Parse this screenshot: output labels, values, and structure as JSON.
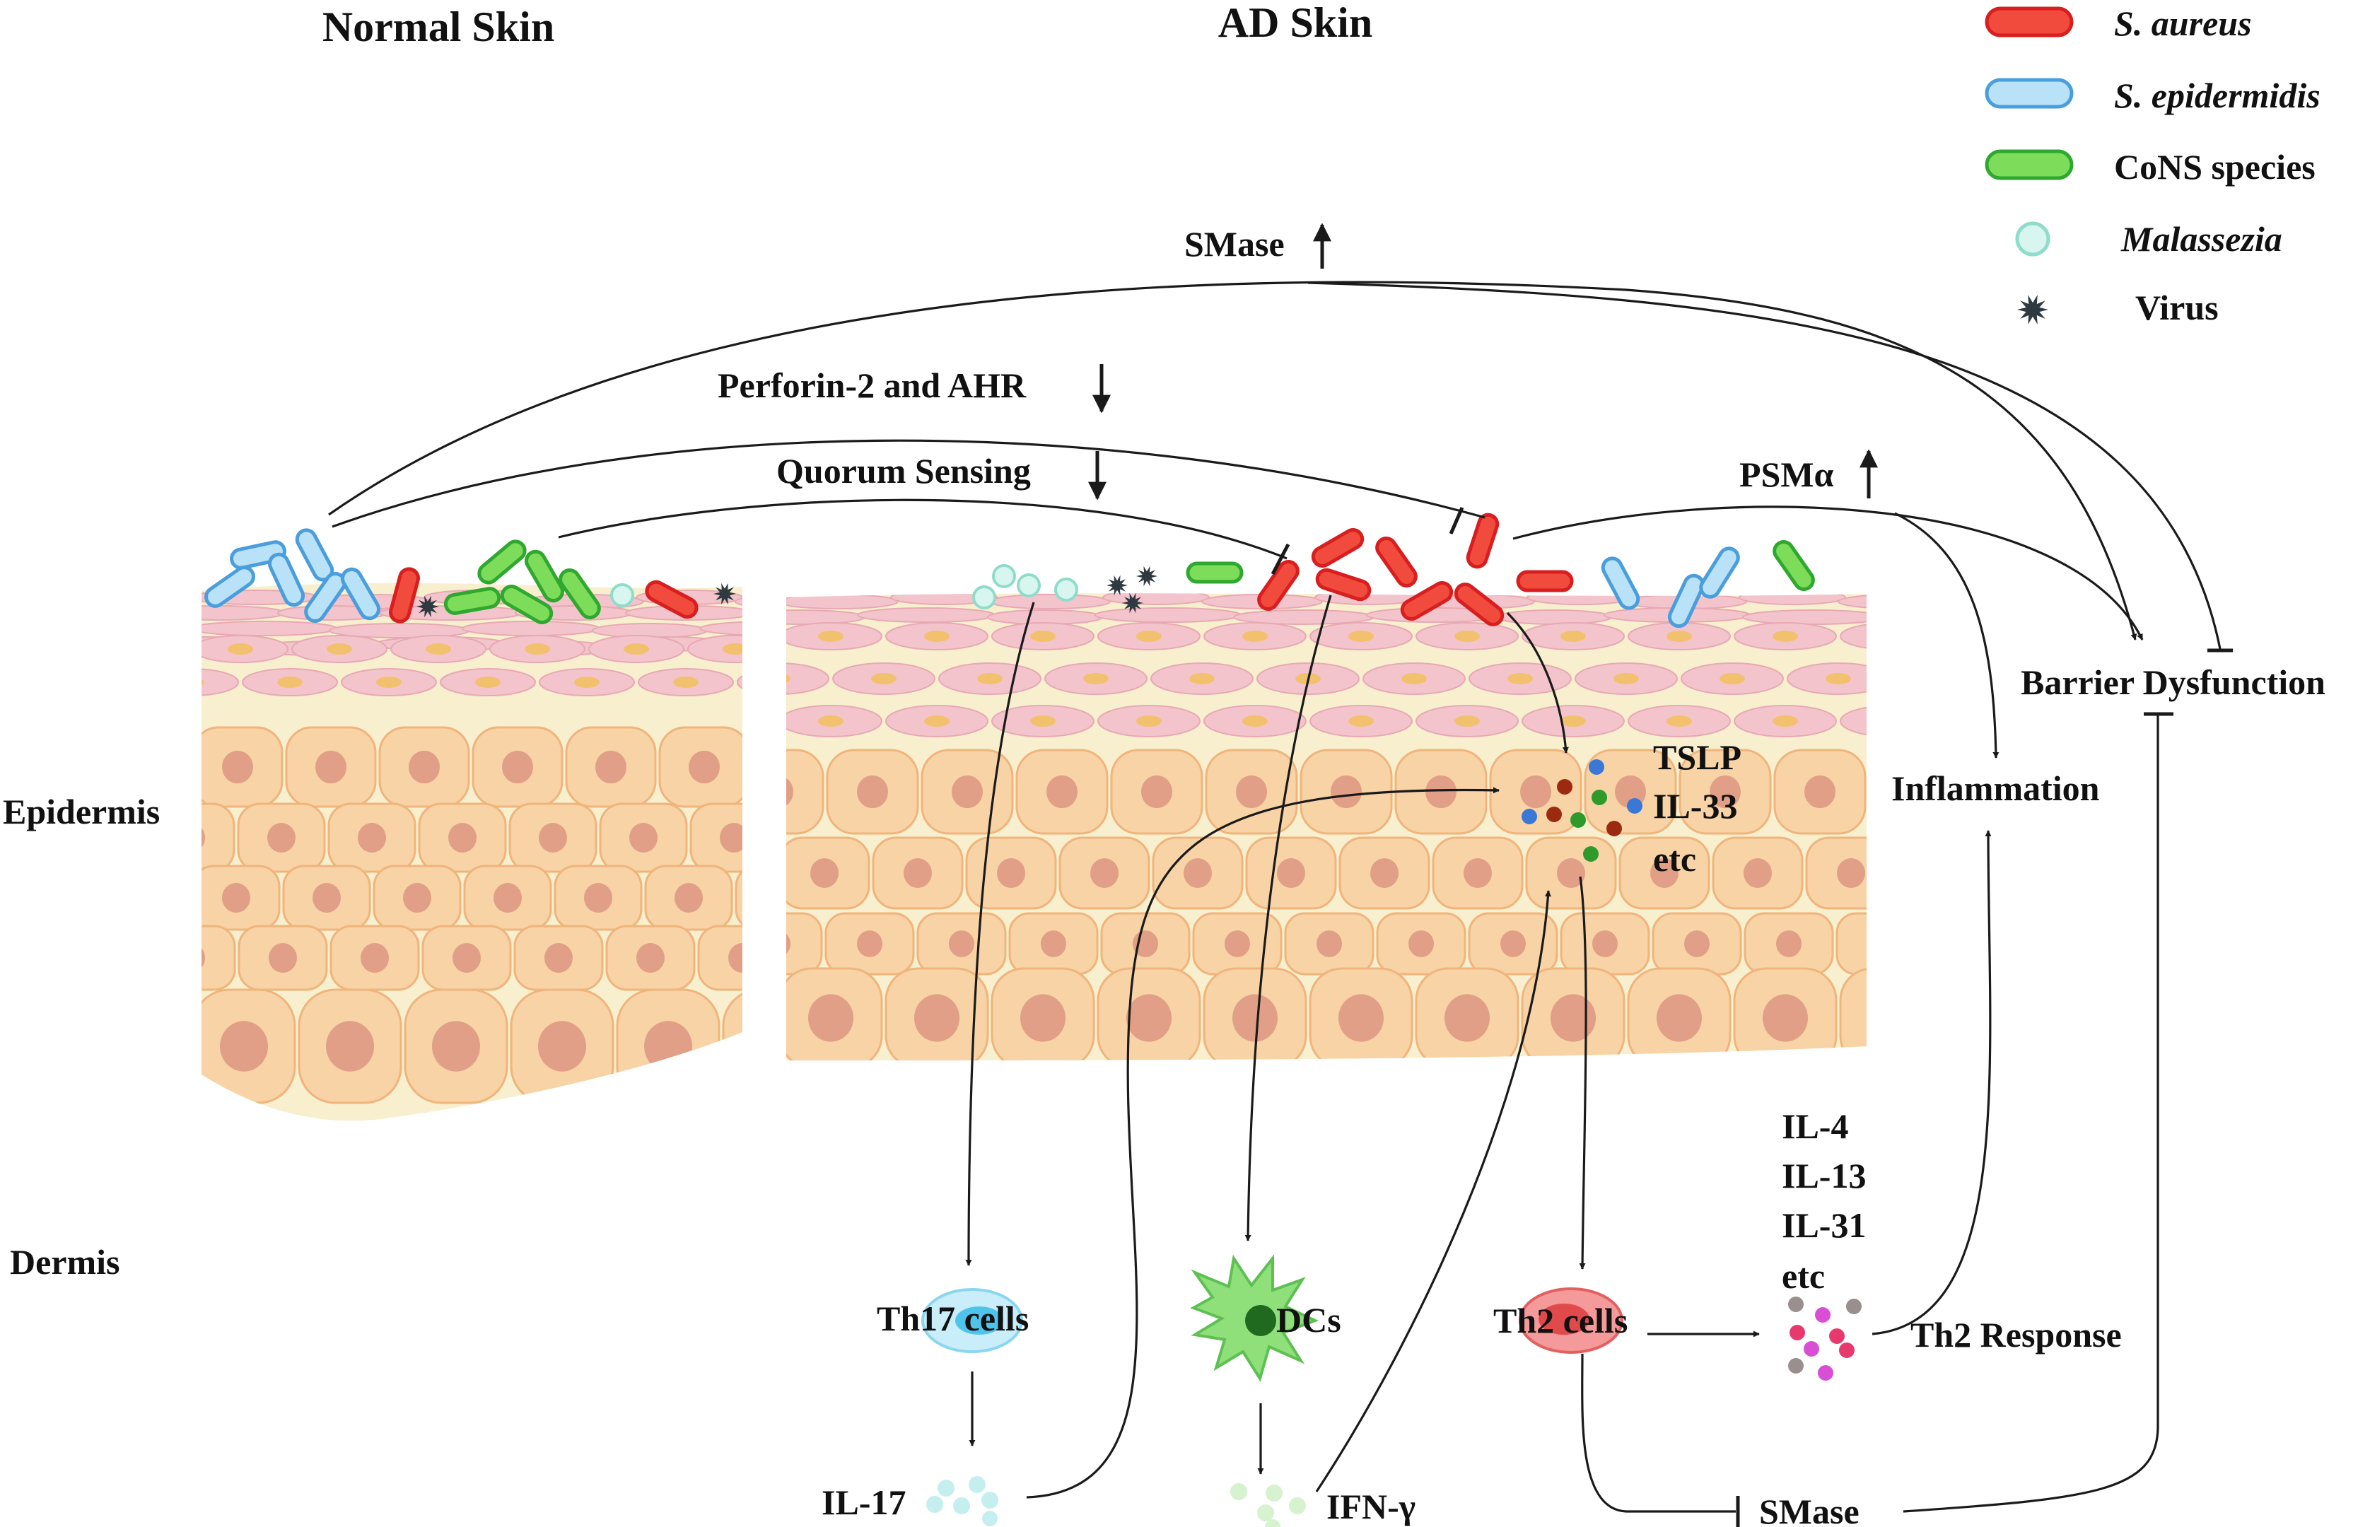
{
  "titles": {
    "normal": "Normal Skin",
    "ad": "AD Skin"
  },
  "layers": {
    "epidermis": "Epidermis",
    "dermis": "Dermis"
  },
  "legend": [
    {
      "label": "S. aureus",
      "italic": true,
      "icon": "rod-bacterium-icon",
      "fill": "#f04b3c",
      "stroke": "#d81e1e"
    },
    {
      "label": "S. epidermidis",
      "italic": true,
      "icon": "rod-bacterium-icon",
      "fill": "#b9e2f8",
      "stroke": "#4a9edc"
    },
    {
      "label": "CoNS species",
      "italic": false,
      "icon": "rod-bacterium-icon",
      "fill": "#7ddc5a",
      "stroke": "#2fa82f"
    },
    {
      "label": "Malassezia",
      "italic": true,
      "icon": "yeast-cell-icon",
      "fill": "#d8f6ef",
      "stroke": "#8fdccb"
    },
    {
      "label": "Virus",
      "italic": false,
      "icon": "virus-star-icon",
      "fill": "#2f3a40",
      "stroke": "#2f3a40"
    }
  ],
  "labels": {
    "smase_top": "SMase",
    "perforin": "Perforin-2 and AHR",
    "quorum": "Quorum Sensing",
    "psma": "PSMα",
    "barrier": "Barrier Dysfunction",
    "inflammation": "Inflammation",
    "tslp": "TSLP",
    "il33": "IL-33",
    "etc1": "etc",
    "th17": "Th17 cells",
    "dcs": "DCs",
    "th2": "Th2 cells",
    "il4": "IL-4",
    "il13": "IL-13",
    "il31": "IL-31",
    "etc2": "etc",
    "th2_response": "Th2 Response",
    "il17": "IL-17",
    "ifng": "IFN-γ",
    "smase_bottom": "SMase"
  },
  "colors": {
    "skin_cell": "#f7d3a6",
    "cell_border": "#f0b47c",
    "nucleus": "#e09f86",
    "corneum": "#f3c4cc",
    "tissue_bg": "#f7efcd",
    "arrow": "#1a1a1a"
  }
}
